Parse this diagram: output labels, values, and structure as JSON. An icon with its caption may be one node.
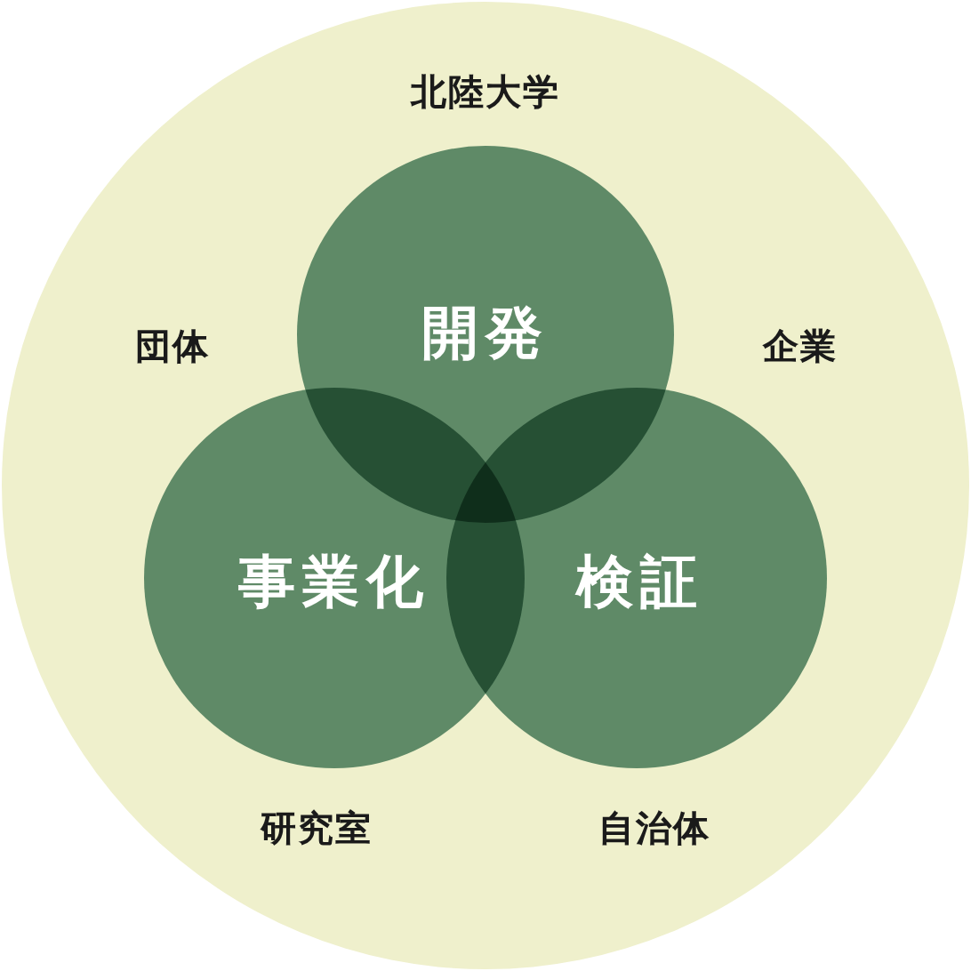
{
  "diagram": {
    "nodes": [
      {
        "text": [
          "北陸大学"
        ]
      },
      {
        "text": [
          "開発"
        ],
        "in": 0
      },
      {
        "text": [
          "事業化"
        ],
        "in": 0
      },
      {
        "text": [
          "検証"
        ],
        "in": 0
      }
    ],
    "labels": [
      "団体",
      "企業",
      "研究室",
      "自治体"
    ]
  }
}
